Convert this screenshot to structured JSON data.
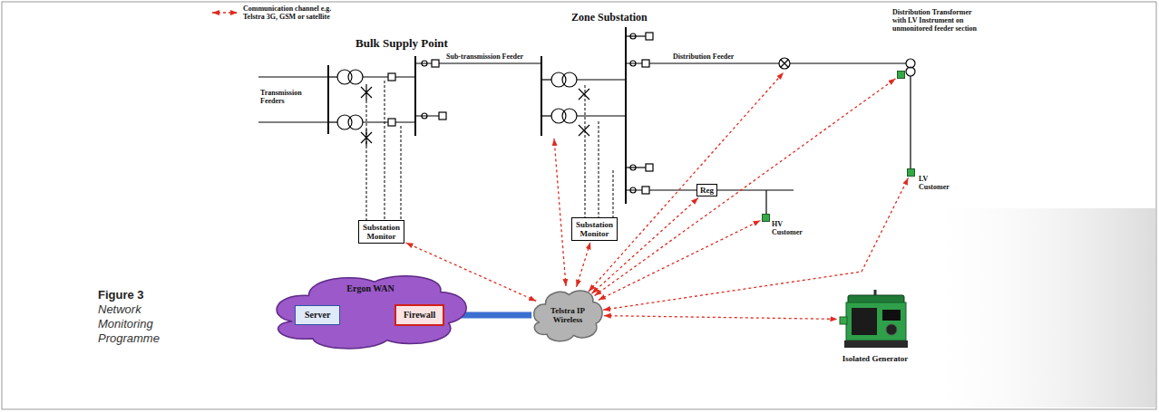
{
  "diagram": {
    "caption": "Figure 3 Network Monitoring Programme",
    "nodes": [
      {
        "text": [
          "Substation Monitor"
        ]
      },
      {
        "text": [
          "Substation Monitor"
        ]
      },
      {
        "text": [
          "Reg"
        ]
      },
      {
        "text": [
          "HV Customer"
        ]
      },
      {
        "text": [
          "Distribution Transformer with LV Instrument on unmonitored feeder section"
        ]
      },
      {
        "text": [
          "LV Customer"
        ]
      },
      {
        "text": [
          "Ergon WAN"
        ]
      },
      {
        "text": [
          "Server"
        ],
        "in": 6
      },
      {
        "text": [
          "Firewall"
        ],
        "in": 6
      },
      {
        "text": [
          "Telstra IP Wireless"
        ]
      },
      {
        "text": [
          "Isolated Generator"
        ]
      }
    ],
    "edges": [
      {
        "from": 9,
        "to": 0,
        "arrow": "both"
      },
      {
        "from": 9,
        "to": 1,
        "arrow": "both"
      },
      {
        "from": 9,
        "to": 2,
        "arrow": "both"
      },
      {
        "from": 9,
        "to": 3,
        "arrow": "both"
      },
      {
        "from": 9,
        "to": 4,
        "arrow": "both"
      },
      {
        "from": 9,
        "to": 5,
        "arrow": "both"
      },
      {
        "from": 9,
        "to": 10,
        "arrow": "both"
      },
      {
        "from": 7,
        "to": 8,
        "arrow": "none"
      },
      {
        "from": 8,
        "to": 9,
        "arrow": "none"
      }
    ],
    "labels": [
      "Bulk Supply Point",
      "Transmission Feeders",
      "Sub-transmission Feeder",
      "Zone Substation",
      "Distribution Feeder"
    ],
    "legend": [
      {
        "text": "Communication channel e.g. Telstra 3G, GSM or satellite"
      }
    ]
  }
}
